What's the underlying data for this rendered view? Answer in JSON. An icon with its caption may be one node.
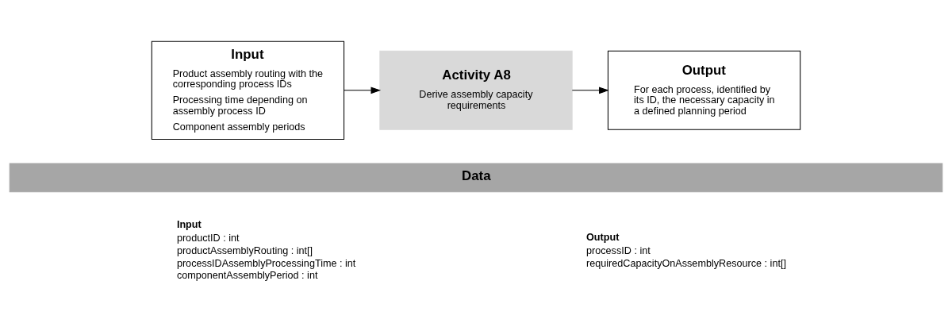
{
  "diagram": {
    "nodes": [
      {
        "text": [
          "Input",
          "Product assembly routing with the corresponding process IDs",
          "Processing time depending on assembly process ID",
          "Component assembly periods"
        ]
      },
      {
        "text": [
          "Activity A8",
          "Derive assembly capacity requirements"
        ]
      },
      {
        "text": [
          "Output",
          "For each process, identified by its ID, the necessary capacity in a defined planning period"
        ]
      },
      {
        "text": [
          "Data"
        ]
      }
    ],
    "edges": [
      {
        "from": 0,
        "to": 1,
        "arrow": "to"
      },
      {
        "from": 1,
        "to": 2,
        "arrow": "to"
      }
    ],
    "labels": [
      "Input",
      "productID : int",
      "productAssemblyRouting : int[]",
      "processIDAssemblyProcessingTime : int",
      "componentAssemblyPeriod : int",
      "Output",
      "processID : int",
      "requiredCapacityOnAssemblyResource : int[]"
    ]
  }
}
